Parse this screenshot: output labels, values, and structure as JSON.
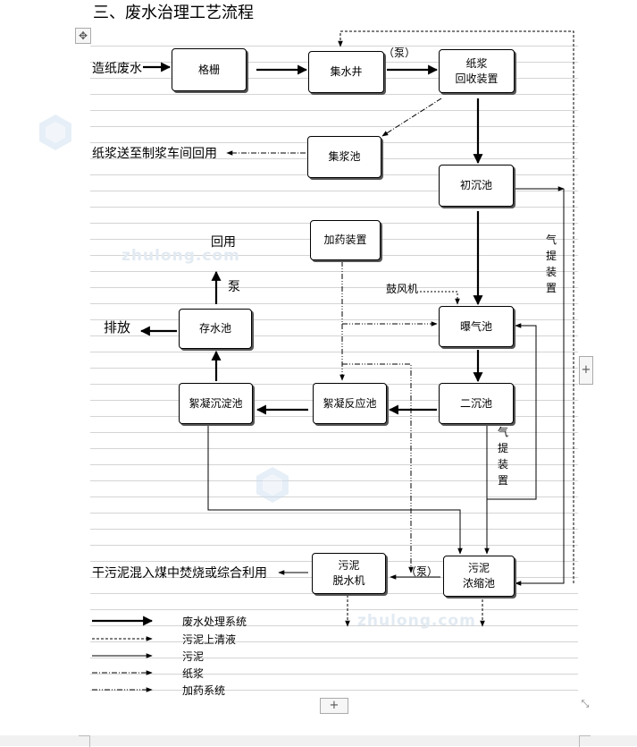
{
  "heading": "三、废水治理工艺流程",
  "boxes": {
    "grille": "格栅",
    "sump": "集水井",
    "pulp_recovery": "纸浆\n回收装置",
    "pulp_tank": "集浆池",
    "primary_settler": "初沉池",
    "dosing": "加药装置",
    "aeration": "曝气池",
    "storage": "存水池",
    "floc_settler": "絮凝沉淀池",
    "floc_reactor": "絮凝反应池",
    "secondary_settler": "二沉池",
    "dewater": "污泥\n脱水机",
    "thickener": "污泥\n浓缩池"
  },
  "labels": {
    "inflow": "造纸废水",
    "pump1": "（泵）",
    "pulp_out": "纸浆送至制浆车间回用",
    "reuse": "回用",
    "pump2": "泵",
    "blower": "鼓风机",
    "discharge": "排放",
    "sludge_out": "干污泥混入煤中焚烧或综合利用",
    "pump3": "（泵）",
    "air_lift_1": "气提装置",
    "air_lift_2": "气提装置"
  },
  "legend": [
    {
      "style": "thick-solid",
      "label": "废水处理系统"
    },
    {
      "style": "dashed",
      "label": "污泥上清液"
    },
    {
      "style": "thin-solid",
      "label": "污泥"
    },
    {
      "style": "dash-dot",
      "label": "纸浆"
    },
    {
      "style": "dash-dot-dot",
      "label": "加药系统"
    }
  ],
  "watermarks": [
    "zhulong.com",
    "zhulong.com"
  ],
  "colors": {
    "line": "#000000",
    "watermark": "#e2eaf2",
    "ruled_line": "#d4d4d4"
  }
}
